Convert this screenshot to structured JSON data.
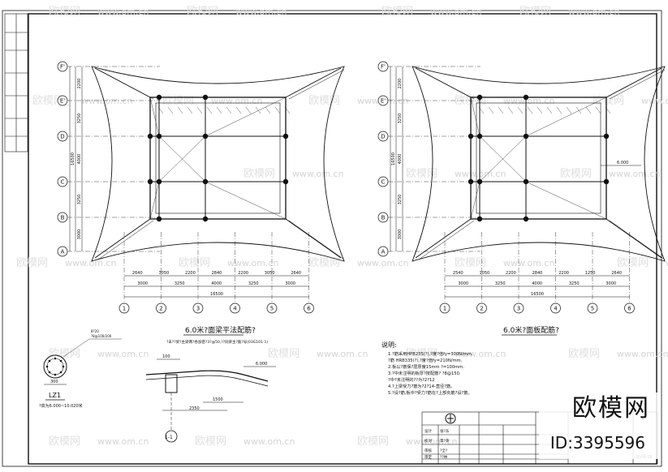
{
  "watermark": "欧模网",
  "watermark_url": "www.om.cn",
  "brand": "欧模网",
  "brand_id": "ID:3395596",
  "left_plan": {
    "title": "6.0米?面梁平法配筋?",
    "grid_letters": [
      "F'",
      "E'",
      "D",
      "C",
      "B",
      "A"
    ],
    "grid_numbers": [
      "1",
      "2",
      "3",
      "4",
      "5",
      "6"
    ],
    "dims_left_outer": [
      "2200",
      "3250",
      "4000",
      "3250",
      "3000"
    ],
    "dims_left_total": "16500",
    "dims_bottom_1": [
      "2640",
      "3050",
      "2200",
      "2840",
      "2200",
      "3050",
      "2640"
    ],
    "dims_bottom_2": [
      "3000",
      "3250",
      "4000",
      "3250",
      "3000"
    ],
    "dims_bottom_total": "16500",
    "note_line": "?未??梁?主梁两?各加密?3?@50,??同梁主?筋?号(03G101-1)"
  },
  "right_plan": {
    "title": "6.0米?面板配筋?",
    "grid_letters": [
      "F'",
      "E'",
      "D",
      "C",
      "B",
      "A"
    ],
    "grid_numbers": [
      "1",
      "2",
      "3",
      "4",
      "5",
      "6"
    ],
    "dims_left_outer": [
      "2200",
      "3250",
      "4000",
      "3250",
      "3000"
    ],
    "dims_left_total": "16500",
    "dims_bottom_1": [
      "2540",
      "1050",
      "2200",
      "2840",
      "2200",
      "1250",
      "2640"
    ],
    "dims_bottom_2": [
      "3000",
      "3250",
      "4000",
      "3250",
      "3000"
    ],
    "dims_bottom_total": "16500",
    "elev_tag": "6.000"
  },
  "column_detail": {
    "label": "LZ1",
    "note": "?高为6.000~10.020米",
    "dim": "300"
  },
  "section_detail": {
    "label": "1-1",
    "dims": [
      "2350",
      "1500"
    ],
    "elev": "6.000",
    "d1": "100"
  },
  "notes": {
    "heading": "说明:",
    "lines": [
      "1.?筋采用HPB235(?),?度?值fy=300N/mm.",
      "  ?筋 HRB335(?),?度?值fy=210N/mm.",
      "2.板以?筋保?层厚度15mm ?=100mm.",
      "3.?中未注明的板厚?按配筋?   ?8@150.",
      "  ?中?未注明的??为?2?12",
      "4.?上梁受力?筋为?2?14-直径?筋。",
      "5.?设?筋,板中?受力?筋在?上部负筋?设?筋。"
    ]
  },
  "titleblock": {
    "rows": [
      "设计",
      "校对",
      "审核",
      "审定"
    ],
    "names": [
      "张?东",
      "李?英",
      "?全?",
      "??林"
    ],
    "code": "2009.08"
  }
}
